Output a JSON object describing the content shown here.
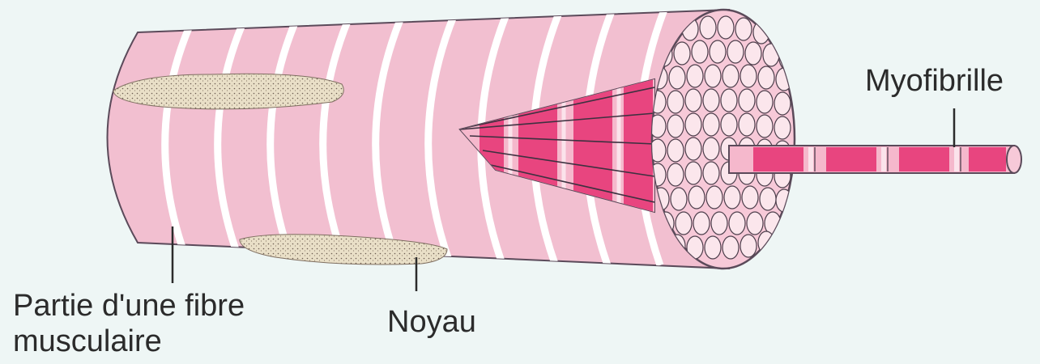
{
  "labels": {
    "myofibrille": "Myofibrille",
    "fibre_line1": "Partie d'une fibre",
    "fibre_line2": "musculaire",
    "noyau": "Noyau"
  },
  "colors": {
    "background": "#eef6f5",
    "fiber_pink": "#f2bfd0",
    "stripe_white": "#ffffff",
    "myofibril_magenta": "#e8457f",
    "nucleus_beige": "#e7dcc3",
    "outline": "#5b4a5a"
  }
}
